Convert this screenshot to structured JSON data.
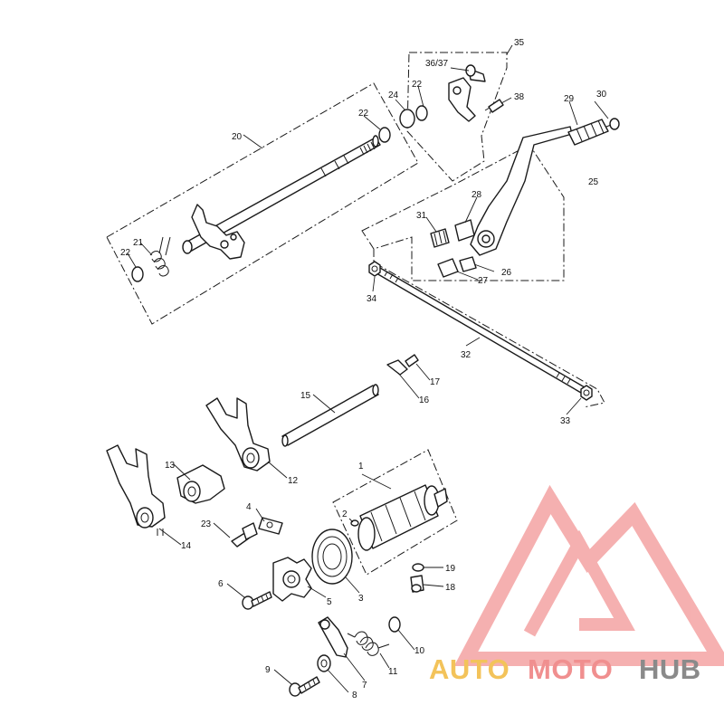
{
  "callouts": {
    "c1": "1",
    "c2": "2",
    "c3": "3",
    "c4": "4",
    "c5": "5",
    "c6": "6",
    "c7": "7",
    "c8": "8",
    "c9": "9",
    "c10": "10",
    "c11": "11",
    "c12": "12",
    "c13": "13",
    "c14": "14",
    "c15": "15",
    "c16": "16",
    "c17": "17",
    "c18": "18",
    "c19": "19",
    "c20": "20",
    "c21": "21",
    "c22a": "22",
    "c22b": "22",
    "c22c": "22",
    "c23": "23",
    "c24": "24",
    "c25": "25",
    "c26": "26",
    "c27": "27",
    "c28": "28",
    "c29": "29",
    "c30": "30",
    "c31": "31",
    "c32": "32",
    "c33": "33",
    "c34": "34",
    "c35": "35",
    "c3637": "36/37",
    "c38": "38"
  },
  "watermark": {
    "brand_a": "AUTO",
    "brand_b": "MOTO",
    "brand_c": "HUB",
    "color_a": "#f3c35a",
    "color_b": "#f08f8f",
    "color_c": "#8a8a8a",
    "logo_color": "#f4a3a3"
  }
}
